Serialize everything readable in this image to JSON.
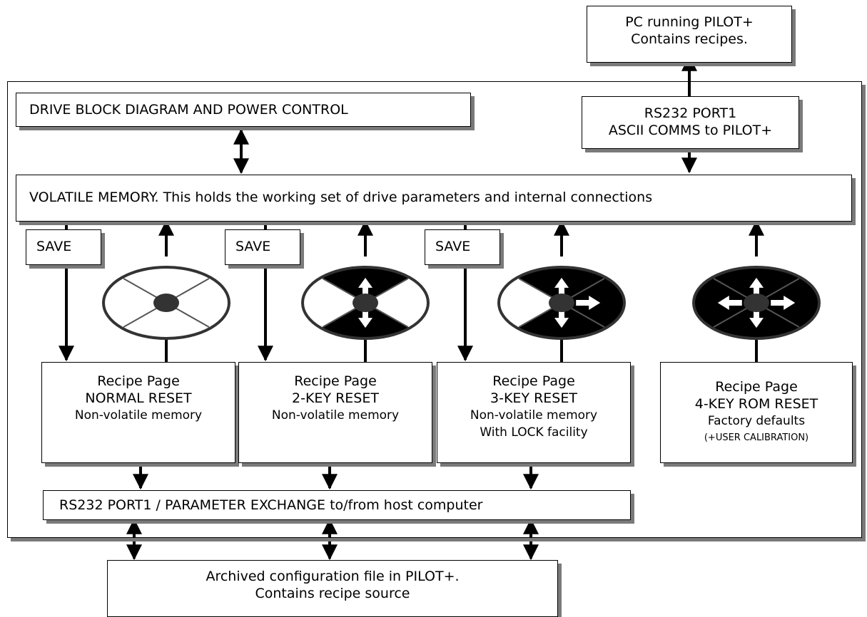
{
  "pc_box": {
    "line1": "PC running  PILOT+",
    "line2": "Contains recipes."
  },
  "drive_block": {
    "label": "DRIVE BLOCK DIAGRAM AND POWER CONTROL"
  },
  "rs232_top": {
    "line1": "RS232 PORT1",
    "line2": "ASCII COMMS to PILOT+"
  },
  "volatile": {
    "label": "VOLATILE MEMORY. This holds the working set of drive parameters and internal connections"
  },
  "save_label": "SAVE",
  "recipes": [
    {
      "title": "Recipe Page",
      "reset": "NORMAL RESET",
      "line3": "Non-volatile memory",
      "line4": ""
    },
    {
      "title": "Recipe Page",
      "reset": "2-KEY RESET",
      "line3": "Non-volatile memory",
      "line4": ""
    },
    {
      "title": "Recipe Page",
      "reset": "3-KEY RESET",
      "line3": "Non-volatile memory",
      "line4": "With LOCK facility"
    },
    {
      "title": "Recipe Page",
      "reset": "4-KEY ROM RESET",
      "line3": "Factory defaults",
      "line4": "(+USER CALIBRATION)"
    }
  ],
  "exchange": {
    "label": "RS232 PORT1 / PARAMETER EXCHANGE to/from host computer"
  },
  "archive": {
    "line1": "Archived configuration file in PILOT+.",
    "line2": "Contains recipe source"
  },
  "keypads": [
    {
      "name": "none",
      "dark_quadrants": []
    },
    {
      "name": "up-down",
      "dark_quadrants": [
        "top",
        "bottom"
      ]
    },
    {
      "name": "up-down-right",
      "dark_quadrants": [
        "top",
        "bottom",
        "right"
      ]
    },
    {
      "name": "all-four",
      "dark_quadrants": [
        "top",
        "bottom",
        "right",
        "left"
      ]
    }
  ]
}
